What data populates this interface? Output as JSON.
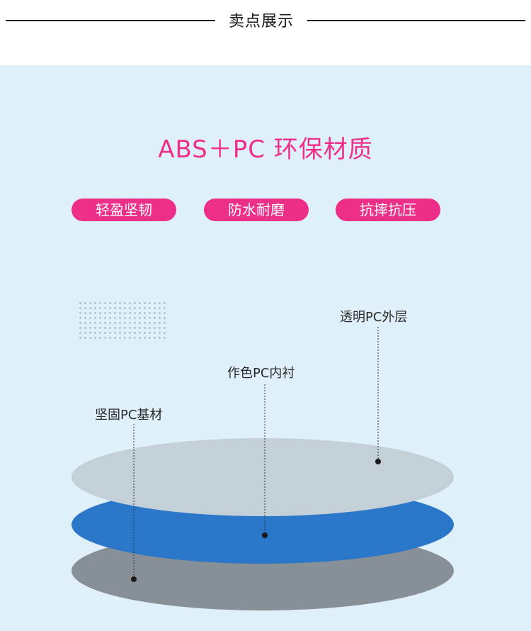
{
  "header": {
    "title": "卖点展示"
  },
  "headline": "ABS＋PC 环保材质",
  "features": [
    "轻盈坚韧",
    "防水耐磨",
    "抗摔抗压"
  ],
  "layers": {
    "outer": {
      "label": "透明PC外层",
      "color": "#c4d0d8"
    },
    "middle": {
      "label": "作色PC内衬",
      "color": "#2a76c9"
    },
    "base": {
      "label": "坚固PC基材",
      "color": "#878f97"
    }
  },
  "colors": {
    "accent": "#ee2f8a",
    "panel": "#dff0fa"
  }
}
